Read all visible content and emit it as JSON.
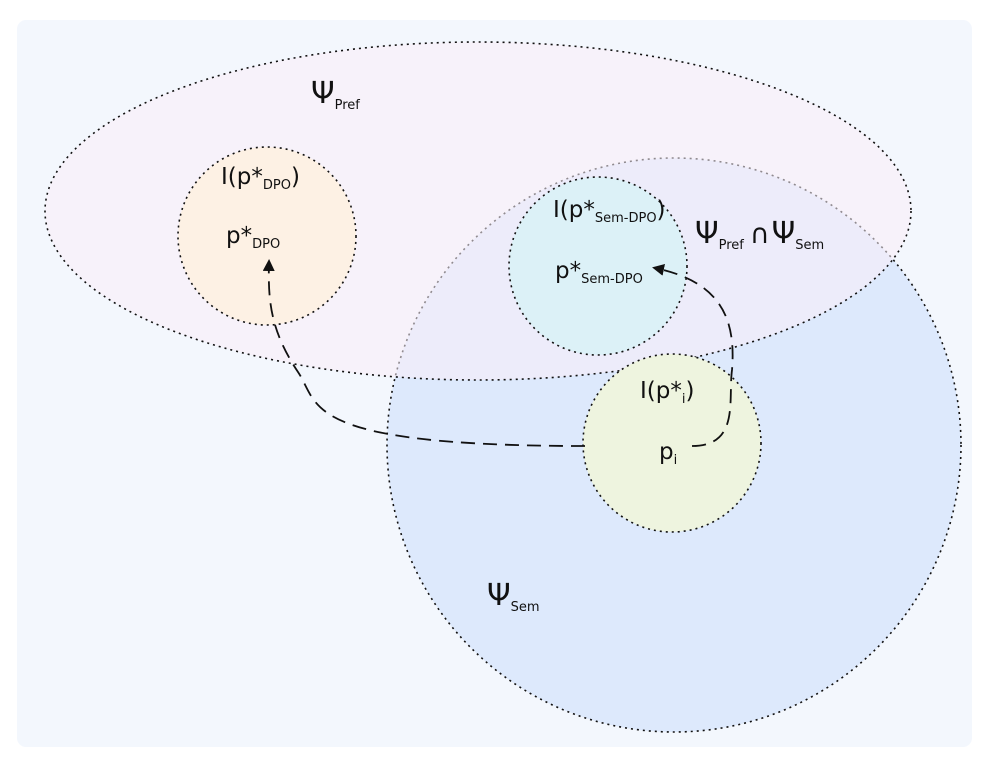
{
  "colors": {
    "canvas": "#f3f7fd",
    "pref_fill": "#f9eef8",
    "sem_fill": "#dde9fc",
    "dpo_fill": "#fdf1e4",
    "semdpo_fill": "#dcf1f7",
    "pi_fill": "#eef4df",
    "stroke": "#111111"
  },
  "sets": {
    "pref": {
      "symbol": "Ψ",
      "sub": "Pref"
    },
    "sem": {
      "symbol": "Ψ",
      "sub": "Sem"
    },
    "intersection": {
      "psi1": "Ψ",
      "sub1": "Pref",
      "cap": "∩",
      "psi2": "Ψ",
      "sub2": "Sem"
    }
  },
  "nodes": {
    "dpo": {
      "interval": "I(p*",
      "sub": "DPO",
      "close": ")",
      "point": "p*",
      "point_sub": "DPO"
    },
    "sem_dpo": {
      "interval": "I(p*",
      "sub": "Sem-DPO",
      "close": ")",
      "point": "p*",
      "point_sub": "Sem-DPO"
    },
    "pi": {
      "interval": "I(p*",
      "sub": "i",
      "close": ")",
      "point": "p",
      "point_sub": "i"
    }
  },
  "edges": [
    {
      "from": "pi",
      "to": "dpo",
      "style": "dashed",
      "arrow": "end"
    },
    {
      "from": "pi",
      "to": "sem_dpo",
      "style": "dashed",
      "arrow": "end"
    }
  ]
}
